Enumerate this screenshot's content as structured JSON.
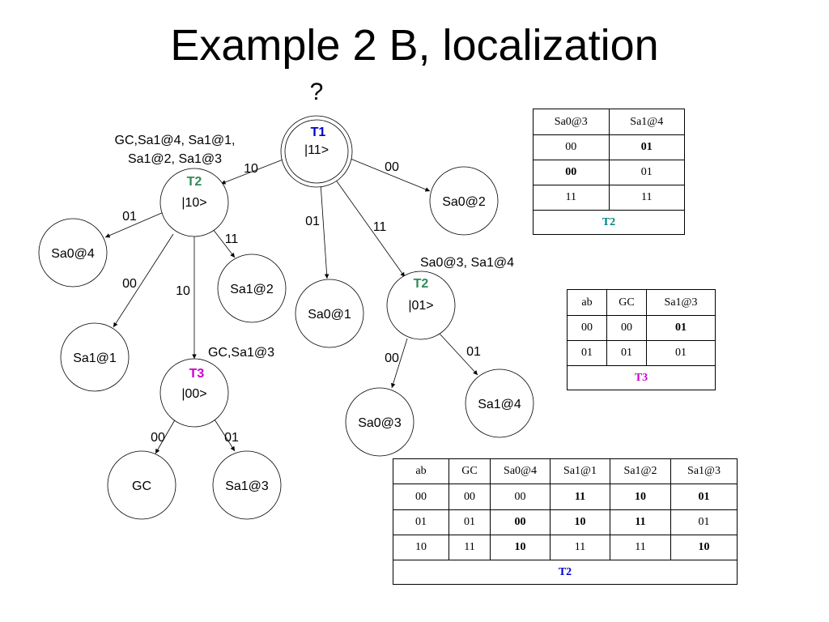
{
  "title": "Example 2 B, localization",
  "question": "?",
  "colors": {
    "T1": "#0000cc",
    "T2_tree": "#2e8b57",
    "T2_table_top": "#008080",
    "T3": "#cc00cc",
    "T2_table_bottom": "#0000cc"
  },
  "nodes": {
    "root": {
      "tag": "T1",
      "state": "|11>"
    },
    "n10": {
      "tag": "T2",
      "state": "|10>"
    },
    "n01": {
      "tag": "T2",
      "state": "|01>"
    },
    "n00": {
      "tag": "T3",
      "state": "|00>"
    },
    "sa0_4": "Sa0@4",
    "sa1_1": "Sa1@1",
    "sa1_2": "Sa1@2",
    "sa0_1": "Sa0@1",
    "sa0_2": "Sa0@2",
    "sa0_3": "Sa0@3",
    "sa1_4": "Sa1@4",
    "gc": "GC",
    "sa1_3": "Sa1@3"
  },
  "annotations": {
    "n10_line1": "GC,Sa1@4, Sa1@1,",
    "n10_line2": "Sa1@2, Sa1@3",
    "n01": "Sa0@3, Sa1@4",
    "n00": "GC,Sa1@3"
  },
  "edges": {
    "root_n10": "10",
    "root_sa0_2": "00",
    "root_sa0_1": "01",
    "root_n01": "11",
    "n10_sa0_4": "01",
    "n10_sa1_2": "11",
    "n10_sa1_1": "00",
    "n10_n00": "10",
    "n01_sa0_3": "00",
    "n01_sa1_4": "01",
    "n00_gc": "00",
    "n00_sa1_3": "01"
  },
  "table_t2_top": {
    "headers": [
      "Sa0@3",
      "Sa1@4"
    ],
    "rows": [
      [
        "00",
        "01"
      ],
      [
        "00",
        "01"
      ],
      [
        "11",
        "11"
      ]
    ],
    "caption": "T2"
  },
  "table_t3": {
    "headers": [
      "ab",
      "GC",
      "Sa1@3"
    ],
    "rows": [
      [
        "00",
        "00",
        "01"
      ],
      [
        "01",
        "01",
        "01"
      ]
    ],
    "caption": "T3"
  },
  "table_t2_bottom": {
    "headers": [
      "ab",
      "GC",
      "Sa0@4",
      "Sa1@1",
      "Sa1@2",
      "Sa1@3"
    ],
    "rows": [
      [
        "00",
        "00",
        "00",
        "11",
        "10",
        "01"
      ],
      [
        "01",
        "01",
        "00",
        "10",
        "11",
        "01"
      ],
      [
        "10",
        "11",
        "10",
        "11",
        "11",
        "10"
      ]
    ],
    "caption": "T2"
  }
}
